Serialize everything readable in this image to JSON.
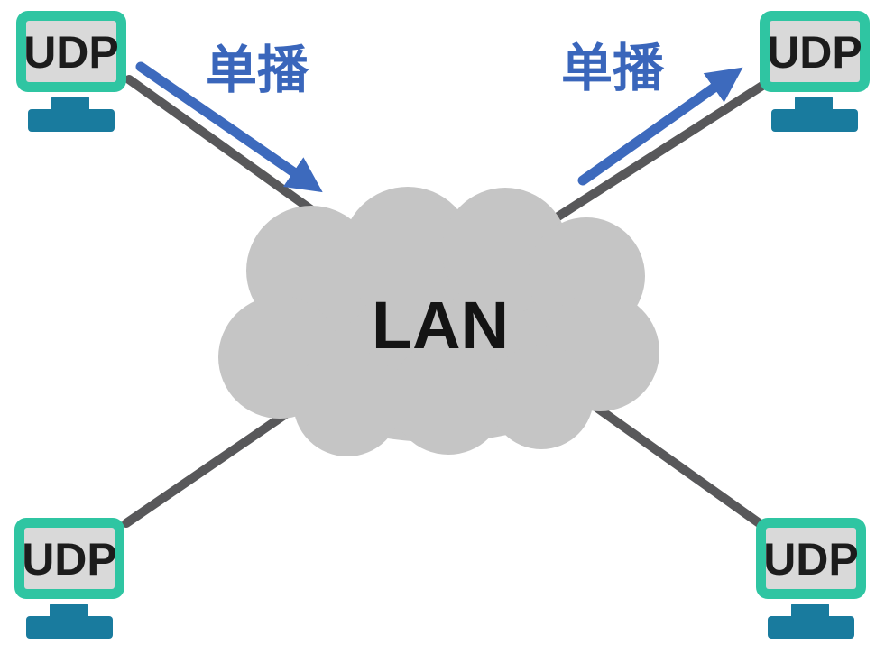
{
  "diagram": {
    "type": "network-topology",
    "cloud_label": "LAN",
    "nodes": [
      {
        "id": "top-left",
        "label": "UDP"
      },
      {
        "id": "top-right",
        "label": "UDP"
      },
      {
        "id": "bottom-left",
        "label": "UDP"
      },
      {
        "id": "bottom-right",
        "label": "UDP"
      }
    ],
    "arrows": [
      {
        "id": "left",
        "label": "单播",
        "from": "top-left-host",
        "to": "lan-cloud"
      },
      {
        "id": "right",
        "label": "单播",
        "from": "lan-cloud",
        "to": "top-right-host"
      }
    ],
    "icons": [
      {
        "name": "computer-icon",
        "shape": "monitor-with-stand",
        "count": 4
      },
      {
        "name": "lan-cloud-icon",
        "shape": "cloud",
        "count": 1
      },
      {
        "name": "arrow-icon",
        "shape": "straight-arrow",
        "count": 2
      }
    ],
    "colors": {
      "background": "#ffffff",
      "monitor_frame": "#2fc5a2",
      "monitor_screen": "#d9d9d9",
      "monitor_stand": "#197b9e",
      "cloud": "#c5c5c5",
      "connection_line": "#58585a",
      "arrow_blue": "#3d6abd",
      "unicast_label_blue": "#3a66bb",
      "node_label_text": "#1c1c1c",
      "cloud_label_text": "#141414"
    }
  }
}
